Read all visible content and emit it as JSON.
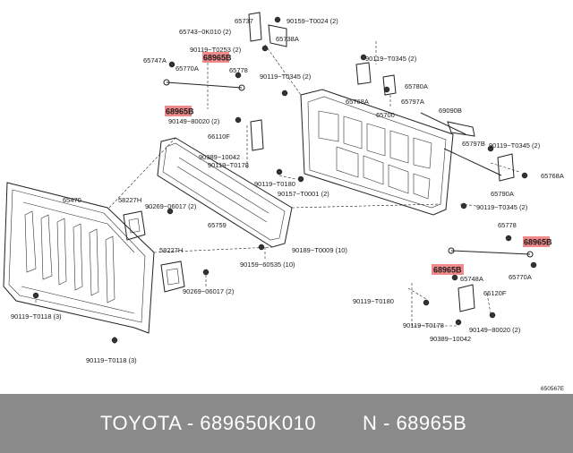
{
  "labels": {
    "l65737": "65737",
    "l90159_t0024": "90159−T0024 (2)",
    "l65743": "65743−0K010 (2)",
    "l65738a": "65738A",
    "l90119_t0253": "90119−T0253 (2)",
    "l65747a": "65747A",
    "l65770a_top": "65770A",
    "l65778_top": "65778",
    "l90119_t0345_a": "90119−T0345 (2)",
    "l90119_t0345_b": "90119−T0345 (2)",
    "l65780a": "65780A",
    "l65768a_top": "65768A",
    "l65700": "65700",
    "l65797a": "65797A",
    "l69090b": "69090B",
    "l90149_80020_top": "90149−80020 (2)",
    "l66110f": "66110F",
    "l65797b": "65797B",
    "l90119_t0345_c": "90119−T0345 (2)",
    "l90389_10042_top": "90389−10042",
    "l90119_t0178_top": "90119−T0178",
    "l65768a_right": "65768A",
    "l90119_t0180_top": "90119−T0180",
    "l90157_t0001": "90157−T0001 (2)",
    "l65790a": "65790A",
    "l65470": "65470",
    "l58227h_top": "58227H",
    "l90269_06017_top": "90269−06017 (2)",
    "l65759": "65759",
    "l90119_t0345_d": "90119−T0345 (2)",
    "l65778_bottom": "65778",
    "l90189_t0009": "90189−T0009 (10)",
    "l58227h_bottom": "58227H",
    "l90159_60535": "90159−60535 (10)",
    "l65770a_bottom": "65770A",
    "l65748a": "65748A",
    "l90269_06017_bottom": "90269−06017 (2)",
    "l66120f": "66120F",
    "l90119_t0118_left": "90119−T0118 (3)",
    "l90119_t0180_bottom": "90119−T0180",
    "l90119_t0178_bottom": "90119−T0178",
    "l90149_80020_bottom": "90149−80020 (2)",
    "l90389_10042_bottom": "90389−10042",
    "l90119_t0118_bottom": "90119−T0118 (3)",
    "ref_code": "650567E"
  },
  "highlights": {
    "h1": "68965B",
    "h2": "68965B",
    "h3": "68965B",
    "h4": "68965B"
  },
  "footer": {
    "brand_part": "TOYOTA - 689650K010",
    "n_part": "N - 68965B"
  },
  "colors": {
    "highlight": "#f08a8a",
    "footer_bg": "#8a8a8a",
    "footer_text": "#ffffff"
  }
}
